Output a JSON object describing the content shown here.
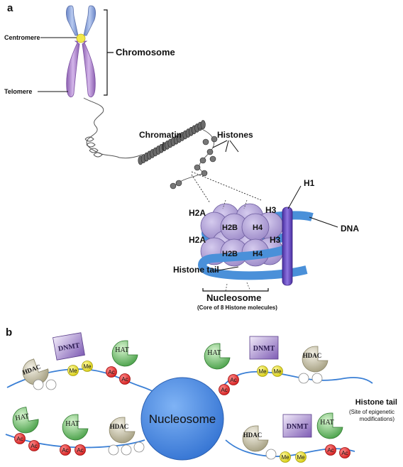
{
  "panel_a": {
    "letter": "a",
    "centromere": "Centromere",
    "telomere": "Telomere",
    "chromosome": "Chromosome",
    "chromatin": "Chromatin",
    "histones": "Histones",
    "h1": "H1",
    "h2a_top": "H2A",
    "h2a_bottom": "H2A",
    "h3_top": "H3",
    "h3_bottom": "H3",
    "h2b_top": "H2B",
    "h2b_bottom": "H2B",
    "h4_top": "H4",
    "h4_bottom": "H4",
    "dna": "DNA",
    "histone_tail": "Histone tail",
    "nucleosome": "Nucleosome",
    "nucleosome_sub": "(Core of 8 Histone molecules)"
  },
  "panel_b": {
    "letter": "b",
    "nucleosome": "Nucleosome",
    "histone_tail": "Histone tail",
    "site_line1": "(Site of epigenetic",
    "site_line2": "modifications)",
    "hdac": "HDAC",
    "hat": "HAT",
    "dnmt": "DNMT",
    "ac": "Ac",
    "me": "Me"
  },
  "colors": {
    "chromosome_upper": "#8FA8DC",
    "chromosome_lower": "#B088CC",
    "centromere": "#F2E84A",
    "histone": "#B7A8D8",
    "dna": "#4A90D9",
    "h1_rod": "#6A4FC0",
    "nucleosome_b": "#4F8FE0",
    "hat": "#5CB85C",
    "hdac": "#C9C2A6",
    "dnmt": "#8E6FC0",
    "ac": "#E53030",
    "me": "#E8E02A"
  }
}
